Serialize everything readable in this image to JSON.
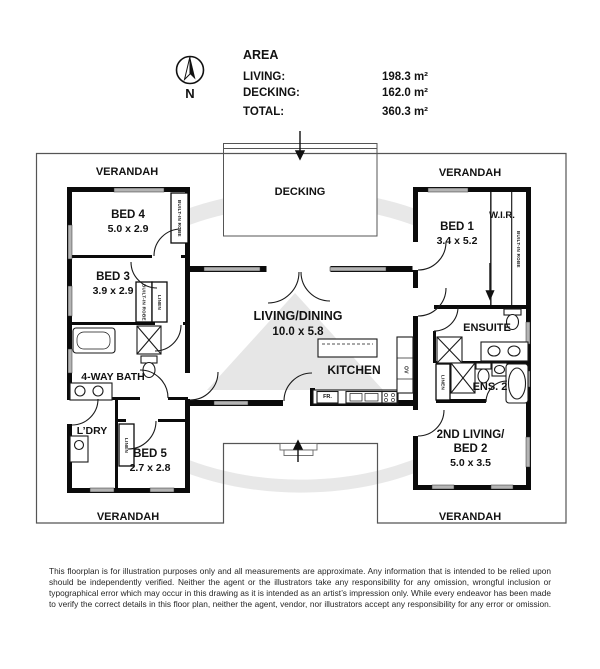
{
  "legend": {
    "title": "AREA",
    "compass": "N",
    "rows": [
      {
        "label": "LIVING:",
        "value": "198.3 m²"
      },
      {
        "label": "DECKING:",
        "value": "162.0 m²"
      },
      {
        "label": "TOTAL:",
        "value": "360.3 m²"
      }
    ]
  },
  "plan": {
    "verandah_labels": [
      "VERANDAH",
      "VERANDAH",
      "VERANDAH",
      "VERANDAH"
    ],
    "decking_label": "DECKING",
    "rooms": {
      "bed4": {
        "name": "BED 4",
        "dims": "5.0 x 2.9"
      },
      "bed3": {
        "name": "BED 3",
        "dims": "3.9 x 2.9"
      },
      "bath": {
        "name": "4-WAY BATH"
      },
      "ldry": {
        "name": "L’DRY"
      },
      "bed5": {
        "name": "BED 5",
        "dims": "2.7 x 2.8"
      },
      "living": {
        "name": "LIVING/DINING",
        "dims": "10.0 x 5.8"
      },
      "kitchen": {
        "name": "KITCHEN"
      },
      "bed1": {
        "name": "BED 1",
        "dims": "3.4 x 5.2"
      },
      "wir": {
        "name": "W.I.R."
      },
      "ensuite": {
        "name": "ENSUITE"
      },
      "ens2": {
        "name": "ENS. 2"
      },
      "living2": {
        "line1": "2ND LIVING/",
        "line2": "BED 2",
        "dims": "5.0 x 3.5"
      }
    },
    "fixtures": {
      "robe": "BUILT-IN ROBE",
      "linen": "LINEN",
      "fridge": "FR.",
      "oven": "OV"
    }
  },
  "colors": {
    "wall": "#0b0b0b",
    "boundary": "#555555",
    "window": "#b4b4b4",
    "watermark": "#c9c9c9"
  },
  "disclaimer": {
    "lines": [
      "This floorplan is for illustration purposes only and all measurements are approximate. Any information that is intended to be relied upon",
      "should be independently verified. Neither the agent or the illustrators take any responsibility for any omission, wrongful inclusion or",
      "typographical error which may occur in this drawing as it is intended as an artist’s impression only. While every endeavor has been made",
      "to verify the correct details in this floor plan, neither the agent, vendor, nor illustrators accept any responsibility for any error or omission."
    ]
  }
}
